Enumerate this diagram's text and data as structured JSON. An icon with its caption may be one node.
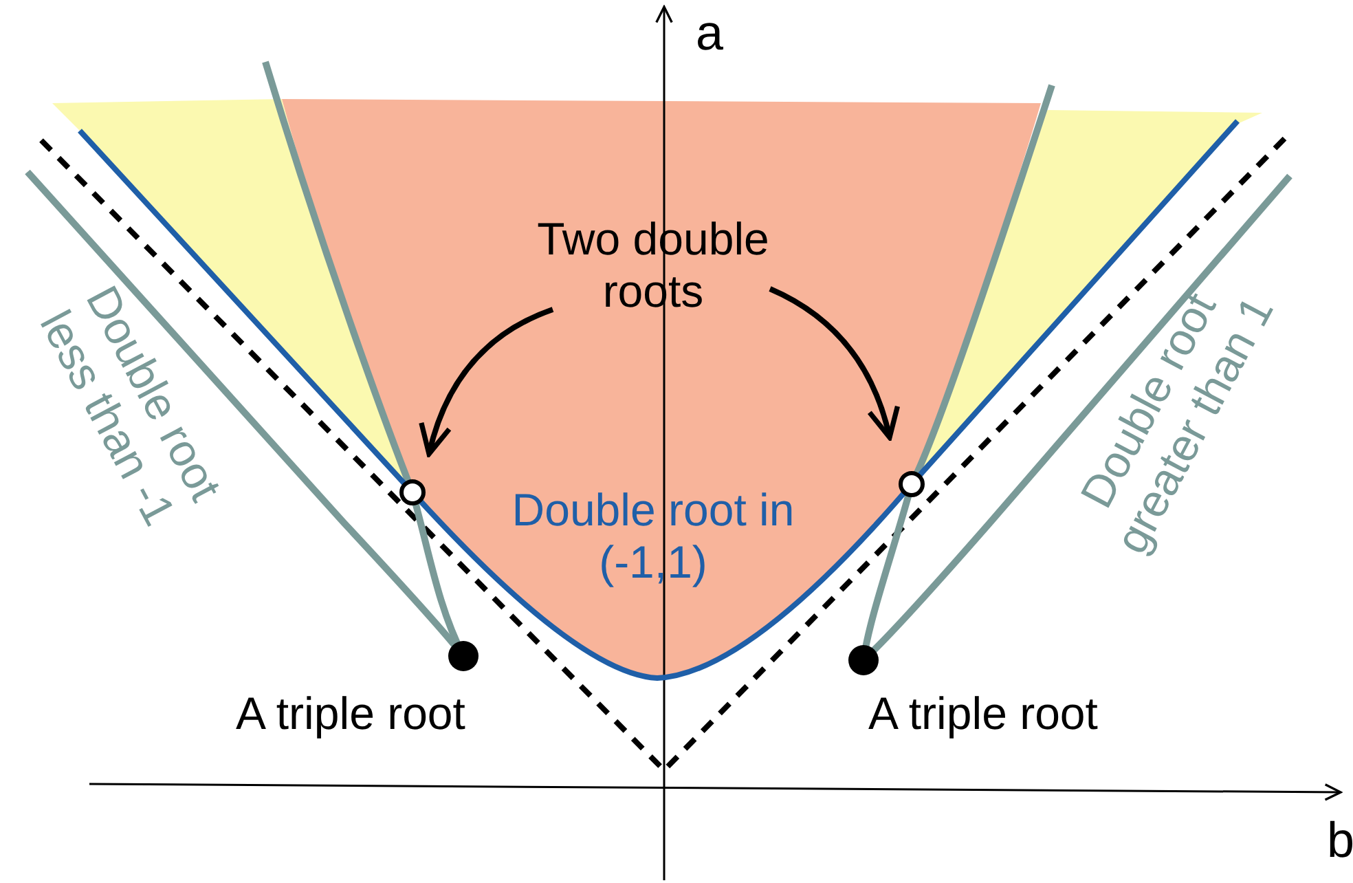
{
  "diagram": {
    "nodes": [
      {
        "text": [
          "Two double roots"
        ]
      },
      {
        "text": [],
        "shape": "circle"
      },
      {
        "text": [],
        "shape": "circle"
      }
    ],
    "edges": [
      {
        "from": 0,
        "to": 1,
        "arrow": "to"
      },
      {
        "from": 0,
        "to": 2,
        "arrow": "to"
      }
    ],
    "labels": [
      "a",
      "Double root less than -1",
      "Double root in (-1,1)",
      "Double root greater than 1",
      "A triple root",
      "A triple root",
      "b"
    ]
  }
}
